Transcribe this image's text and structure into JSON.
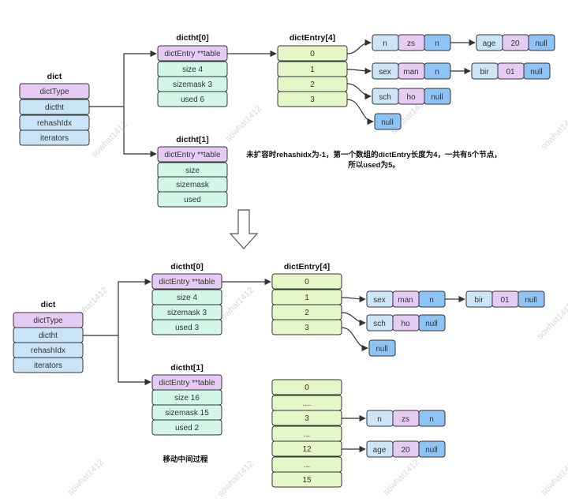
{
  "colors": {
    "purple": "#e6ccf5",
    "blue": "#c9e4f7",
    "green": "#d2f7e6",
    "lime": "#e6f7c7",
    "deepblue": "#8ec3f5",
    "lightblue": "#cce6f8",
    "stroke": "#333333"
  },
  "watermark": "sowhat1412",
  "top": {
    "dict": {
      "title": "dict",
      "fields": [
        "dictType",
        "dictht",
        "rehashIdx",
        "iterators"
      ]
    },
    "dictht0": {
      "title": "dictht[0]",
      "fields": [
        "dictEntry **table",
        "size 4",
        "sizemask 3",
        "used 6"
      ]
    },
    "dictht1": {
      "title": "dictht[1]",
      "fields": [
        "dictEntry **table",
        "size",
        "sizemask",
        "used"
      ]
    },
    "dictEntry": {
      "title": "dictEntry[4]",
      "slots": [
        "0",
        "1",
        "2",
        "3"
      ]
    },
    "chains": [
      [
        "n",
        "zs",
        "n"
      ],
      [
        "age",
        "20",
        "null"
      ],
      [
        "sex",
        "man",
        "n"
      ],
      [
        "bir",
        "01",
        "null"
      ],
      [
        "sch",
        "ho",
        "null"
      ],
      [
        "null"
      ]
    ],
    "note_line1": "未扩容时rehashidx为-1，第一个数组的dictEntry长度为4，一共有5个节点，",
    "note_line2": "所以used为5。"
  },
  "bottom": {
    "dict": {
      "title": "dict",
      "fields": [
        "dictType",
        "dictht",
        "rehashIdx",
        "iterators"
      ]
    },
    "dictht0": {
      "title": "dictht[0]",
      "fields": [
        "dictEntry **table",
        "size 4",
        "sizemask 3",
        "used 3"
      ]
    },
    "dictht1": {
      "title": "dictht[1]",
      "fields": [
        "dictEntry **table",
        "size 16",
        "sizemask 15",
        "used 2"
      ]
    },
    "dictEntry": {
      "title": "dictEntry[4]",
      "slots": [
        "0",
        "1",
        "2",
        "3"
      ]
    },
    "table16": {
      "slots": [
        "0",
        "....",
        "3",
        "...",
        "12",
        "...",
        "15"
      ]
    },
    "chains": [
      [
        "sex",
        "man",
        "n"
      ],
      [
        "bir",
        "01",
        "null"
      ],
      [
        "sch",
        "ho",
        "null"
      ],
      [
        "null"
      ],
      [
        "n",
        "zs",
        "n"
      ],
      [
        "age",
        "20",
        "null"
      ]
    ],
    "caption": "移动中间过程"
  }
}
